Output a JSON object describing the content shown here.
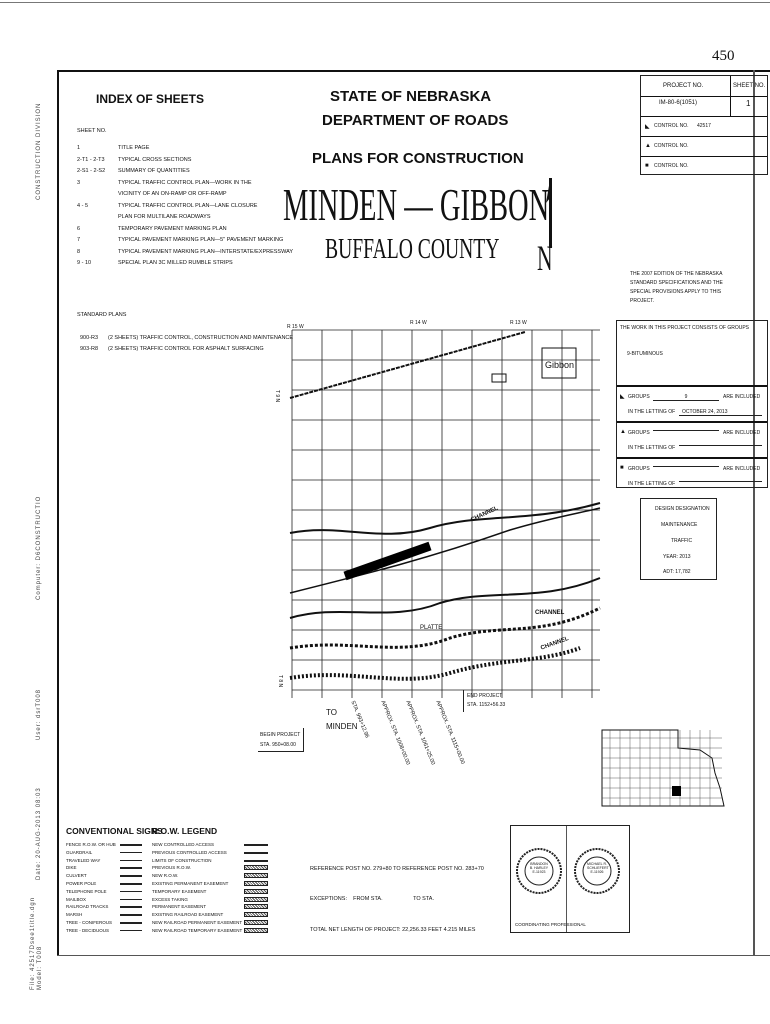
{
  "sheet_page_number": "450",
  "side_margin": {
    "division": "CONSTRUCTION DIVISION",
    "computer": "Computer: D6CONSTRUCTIO",
    "user": "User: dsrT008",
    "date": "Date: 20-AUG-2013 08:03",
    "file": "File: 42517Dsee1title.dgn",
    "model": "Model: T008"
  },
  "index": {
    "title": "INDEX OF SHEETS",
    "sheet_no_label": "SHEET NO.",
    "rows": [
      {
        "no": "1",
        "desc": "TITLE PAGE"
      },
      {
        "no": "2-T1 - 2-T3",
        "desc": "TYPICAL CROSS SECTIONS"
      },
      {
        "no": "2-S1 - 2-S2",
        "desc": "SUMMARY OF QUANTITIES"
      },
      {
        "no": "3",
        "desc": "TYPICAL TRAFFIC CONTROL PLAN—WORK IN THE"
      },
      {
        "no": "",
        "desc": "VICINITY OF AN ON-RAMP OR OFF-RAMP"
      },
      {
        "no": "4 - 5",
        "desc": "TYPICAL TRAFFIC CONTROL PLAN—LANE CLOSURE"
      },
      {
        "no": "",
        "desc": "PLAN FOR MULTILANE ROADWAYS"
      },
      {
        "no": "6",
        "desc": "TEMPORARY PAVEMENT MARKING PLAN"
      },
      {
        "no": "7",
        "desc": "TYPICAL PAVEMENT MARKING PLAN—5\" PAVEMENT MARKING"
      },
      {
        "no": "8",
        "desc": "TYPICAL PAVEMENT MARKING PLAN—INTERSTATE/EXPRESSWAY"
      },
      {
        "no": "9 - 10",
        "desc": "SPECIAL PLAN 3C  MILLED RUMBLE STRIPS"
      }
    ],
    "standard_plans_label": "STANDARD PLANS",
    "standard_plans": [
      {
        "no": "900-R3",
        "desc": "(2 SHEETS) TRAFFIC CONTROL, CONSTRUCTION AND MAINTENANCE"
      },
      {
        "no": "903-R8",
        "desc": "(2 SHEETS) TRAFFIC CONTROL FOR ASPHALT SURFACING"
      }
    ]
  },
  "header": {
    "state": "STATE OF NEBRASKA",
    "department": "DEPARTMENT OF ROADS",
    "plans": "PLANS FOR CONSTRUCTION",
    "project_name": "MINDEN — GIBBON",
    "county": "BUFFALO COUNTY",
    "north_label": "N"
  },
  "project_box": {
    "project_no_label": "PROJECT NO.",
    "sheet_no_label": "SHEET NO.",
    "project_no": "IM-80-6(1051)",
    "sheet_no": "1",
    "control_rows": [
      {
        "symbol": "◣",
        "label": "CONTROL NO.",
        "value": "42517"
      },
      {
        "symbol": "▲",
        "label": "CONTROL NO.",
        "value": ""
      },
      {
        "symbol": "■",
        "label": "CONTROL NO.",
        "value": ""
      }
    ]
  },
  "spec_note": "THE 2007 EDITION OF THE NEBRASKA STANDARD SPECIFICATIONS AND THE SPECIAL PROVISIONS APPLY TO THIS PROJECT.",
  "groups": {
    "intro": "THE WORK IN THIS PROJECT CONSISTS OF GROUPS",
    "group_list": "9-BITUMINOUS",
    "entries": [
      {
        "symbol": "◣",
        "groups_label": "GROUPS",
        "groups_value": "9",
        "included": "ARE INCLUDED",
        "letting_label": "IN THE LETTING OF",
        "letting_value": "OCTOBER 24, 2013"
      },
      {
        "symbol": "▲",
        "groups_label": "GROUPS",
        "groups_value": "",
        "included": "ARE INCLUDED",
        "letting_label": "IN THE LETTING OF",
        "letting_value": ""
      },
      {
        "symbol": "■",
        "groups_label": "GROUPS",
        "groups_value": "",
        "included": "ARE INCLUDED",
        "letting_label": "IN THE LETTING OF",
        "letting_value": ""
      }
    ]
  },
  "design": {
    "title": "DESIGN DESIGNATION",
    "type": "MAINTENANCE",
    "traffic": "TRAFFIC",
    "year": "YEAR:  2013",
    "adt": "ADT:  17,782"
  },
  "map": {
    "range_labels": [
      "R 15 W",
      "R 14 W",
      "R 13 W"
    ],
    "township_labels": [
      "T 9 N",
      "T 8 N"
    ],
    "town": "Gibbon",
    "to_minden": "TO MINDEN",
    "begin_project": "BEGIN PROJECT",
    "begin_sta": "STA. 950+08.00",
    "end_project": "END PROJECT",
    "end_sta": "STA. 1152+56.33",
    "stations": [
      "STA. 993+12.96",
      "APPROX. STA. 1008+00.00",
      "APPROX. STA. 1061+25.00",
      "APPROX. STA. 1115+00.00"
    ],
    "water_labels": [
      "CHANNEL",
      "CHANNEL",
      "PLATTE",
      "CHANNEL"
    ]
  },
  "conventional_signs": {
    "title": "CONVENTIONAL  SIGNS",
    "items": [
      "FENCE R.O.W. OR HUB",
      "GUARDRAIL",
      "TRAVELED WAY",
      "DIKE",
      "CULVERT",
      "POWER POLE",
      "TELEPHONE POLE",
      "MAILBOX",
      "RAILROAD TRACKS",
      "MARSH",
      "TREE - CONIFEROUS",
      "TREE - DECIDUOUS"
    ]
  },
  "row_legend": {
    "title": "R.O.W.  LEGEND",
    "items": [
      "NEW CONTROLLED ACCESS",
      "PREVIOUS CONTROLLED ACCESS",
      "LIMITS OF CONSTRUCTION",
      "PREVIOUS R.O.W.",
      "NEW R.O.W.",
      "EXISTING PERMANENT EASEMENT",
      "TEMPORARY EASEMENT",
      "EXCESS TAKING",
      "PERMANENT EASEMENT",
      "EXISTING RAILROAD EASEMENT",
      "NEW RAILROAD PERMANENT EASEMENT",
      "NEW RAILROAD TEMPORARY EASEMENT"
    ]
  },
  "reference": {
    "ref_post": "REFERENCE POST NO.  279+80    TO REFERENCE POST NO.  283+70",
    "exceptions": "EXCEPTIONS:    FROM STA.                    TO STA.",
    "length": "TOTAL NET LENGTH OF PROJECT:   22,256.33 FEET   4.215 MILES"
  },
  "seals": {
    "seal1": "BRANDON B. HARLEY E-11923",
    "seal2": "MICHAEL R. SCHLIEFERT E-11926",
    "caption": "COORDINATING PROFESSIONAL"
  }
}
